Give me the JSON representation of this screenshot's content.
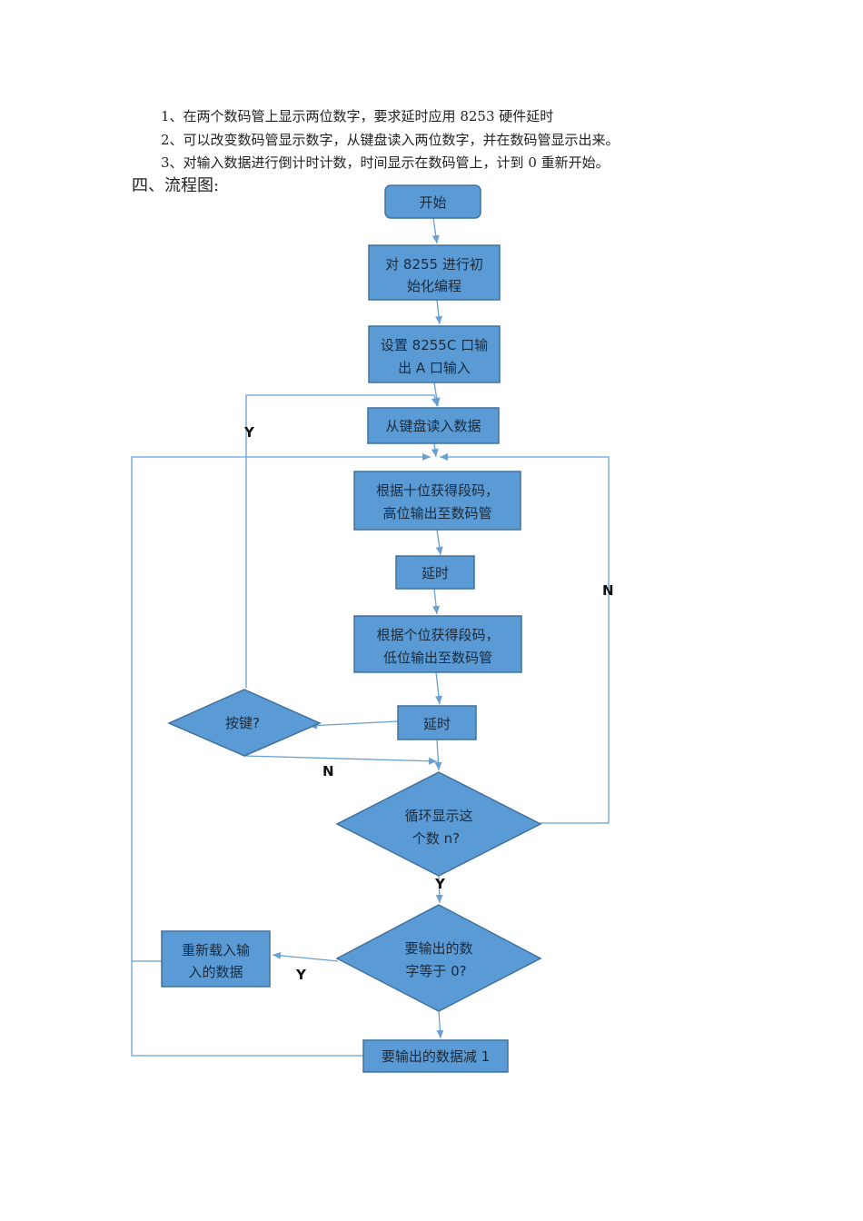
{
  "requirements": [
    "1、在两个数码管上显示两位数字，要求延时应用 8253 硬件延时",
    "2、可以改变数码管显示数字，从键盘读入两位数字，并在数码管显示出来。",
    "3、对输入数据进行倒计时计数，时间显示在数码管上，计到 0 重新开始。"
  ],
  "section_title": "四、流程图:",
  "flowchart": {
    "colors": {
      "fill": "#5b9bd5",
      "stroke": "#41719c",
      "line": "#6a9fd0"
    },
    "nodes": {
      "start": [
        "开始"
      ],
      "init8255": [
        "对 8255 进行初",
        "始化编程"
      ],
      "setPorts": [
        "设置 8255C 口输",
        "出 A 口输入"
      ],
      "readKeys": [
        "从键盘读入数据"
      ],
      "tens": [
        "根据十位获得段码，",
        "高位输出至数码管"
      ],
      "delay1": [
        "延时"
      ],
      "ones": [
        "根据个位获得段码，",
        "低位输出至数码管"
      ],
      "delay2": [
        "延时"
      ],
      "keyPressed": [
        "按键?"
      ],
      "loopN": [
        "循环显示这",
        "个数 n?"
      ],
      "isZero": [
        "要输出的数",
        "字等于 0?"
      ],
      "reload": [
        "重新载入输",
        "入的数据"
      ],
      "decrement": [
        "要输出的数据减 1"
      ]
    },
    "branch_labels": {
      "key_yes": "Y",
      "key_no": "N",
      "loop_no": "N",
      "loop_yes": "Y",
      "zero_yes": "Y"
    }
  }
}
